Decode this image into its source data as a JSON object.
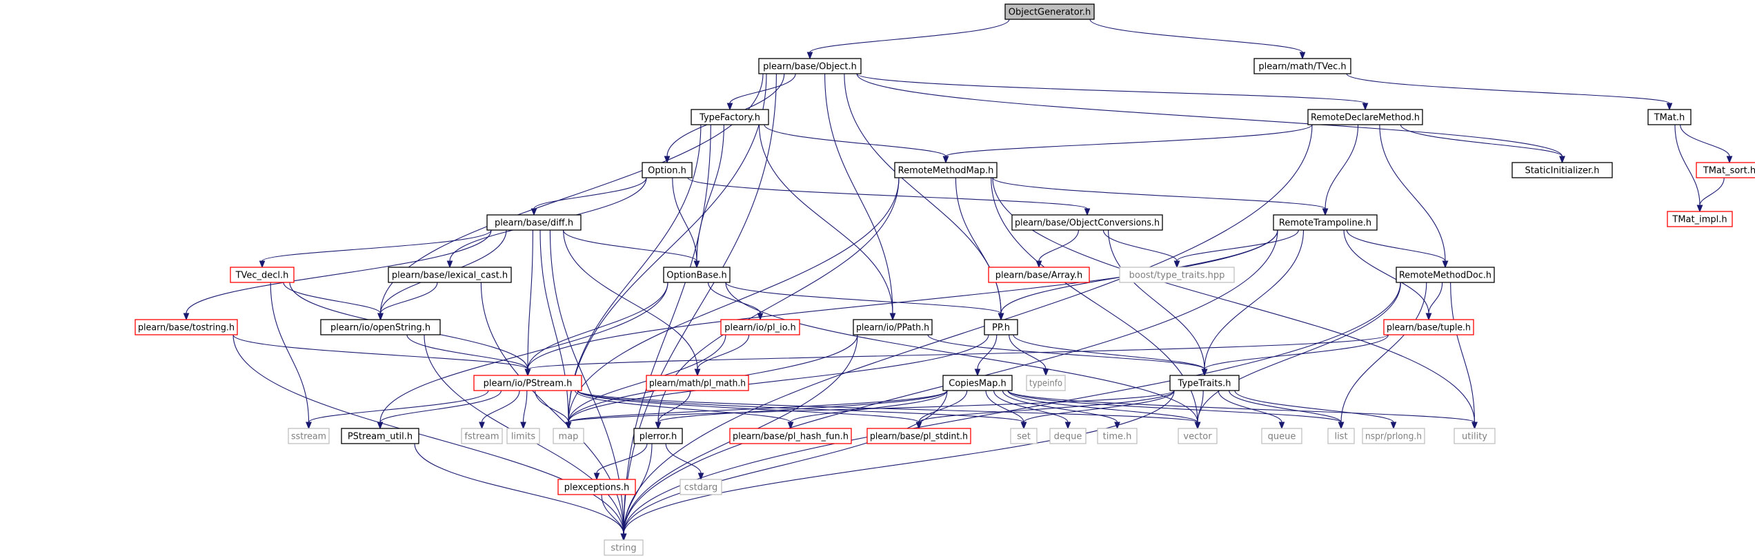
{
  "colors": {
    "edge": "#191970",
    "root_fill": "#bfbfbf",
    "normal_border": "#000000",
    "red_border": "#ff0000",
    "gray_border": "#bfbfbf",
    "text_normal": "#000000",
    "text_gray": "#7f7f7f"
  },
  "nodes": [
    {
      "id": "ObjectGenerator",
      "label": "ObjectGenerator.h",
      "style": "root"
    },
    {
      "id": "Object",
      "label": "plearn/base/Object.h",
      "style": "normal"
    },
    {
      "id": "TVec",
      "label": "plearn/math/TVec.h",
      "style": "normal"
    },
    {
      "id": "TypeFactory",
      "label": "TypeFactory.h",
      "style": "normal"
    },
    {
      "id": "RemoteDeclareMethod",
      "label": "RemoteDeclareMethod.h",
      "style": "normal"
    },
    {
      "id": "TMat",
      "label": "TMat.h",
      "style": "normal"
    },
    {
      "id": "Option",
      "label": "Option.h",
      "style": "normal"
    },
    {
      "id": "RemoteMethodMap",
      "label": "RemoteMethodMap.h",
      "style": "normal"
    },
    {
      "id": "StaticInitializer",
      "label": "StaticInitializer.h",
      "style": "normal"
    },
    {
      "id": "TMat_sort",
      "label": "TMat_sort.h",
      "style": "red"
    },
    {
      "id": "TMat_impl",
      "label": "TMat_impl.h",
      "style": "red"
    },
    {
      "id": "diff",
      "label": "plearn/base/diff.h",
      "style": "normal"
    },
    {
      "id": "ObjectConversions",
      "label": "plearn/base/ObjectConversions.h",
      "style": "normal"
    },
    {
      "id": "RemoteTrampoline",
      "label": "RemoteTrampoline.h",
      "style": "normal"
    },
    {
      "id": "TVec_decl",
      "label": "TVec_decl.h",
      "style": "red"
    },
    {
      "id": "lexical_cast",
      "label": "plearn/base/lexical_cast.h",
      "style": "normal"
    },
    {
      "id": "OptionBase",
      "label": "OptionBase.h",
      "style": "normal"
    },
    {
      "id": "Array",
      "label": "plearn/base/Array.h",
      "style": "red"
    },
    {
      "id": "type_traits",
      "label": "boost/type_traits.hpp",
      "style": "gray"
    },
    {
      "id": "RemoteMethodDoc",
      "label": "RemoteMethodDoc.h",
      "style": "normal"
    },
    {
      "id": "tostring",
      "label": "plearn/base/tostring.h",
      "style": "red"
    },
    {
      "id": "openString",
      "label": "plearn/io/openString.h",
      "style": "normal"
    },
    {
      "id": "pl_io",
      "label": "plearn/io/pl_io.h",
      "style": "red"
    },
    {
      "id": "PPath",
      "label": "plearn/io/PPath.h",
      "style": "normal"
    },
    {
      "id": "PP",
      "label": "PP.h",
      "style": "normal"
    },
    {
      "id": "tuple",
      "label": "plearn/base/tuple.h",
      "style": "red"
    },
    {
      "id": "PStream",
      "label": "plearn/io/PStream.h",
      "style": "red"
    },
    {
      "id": "pl_math",
      "label": "plearn/math/pl_math.h",
      "style": "red"
    },
    {
      "id": "CopiesMap",
      "label": "CopiesMap.h",
      "style": "normal"
    },
    {
      "id": "typeinfo",
      "label": "typeinfo",
      "style": "gray"
    },
    {
      "id": "TypeTraits",
      "label": "TypeTraits.h",
      "style": "normal"
    },
    {
      "id": "sstream",
      "label": "sstream",
      "style": "gray"
    },
    {
      "id": "PStream_util",
      "label": "PStream_util.h",
      "style": "normal"
    },
    {
      "id": "fstream",
      "label": "fstream",
      "style": "gray"
    },
    {
      "id": "limits",
      "label": "limits",
      "style": "gray"
    },
    {
      "id": "map",
      "label": "map",
      "style": "gray"
    },
    {
      "id": "plerror",
      "label": "plerror.h",
      "style": "normal"
    },
    {
      "id": "pl_hash_fun",
      "label": "plearn/base/pl_hash_fun.h",
      "style": "red"
    },
    {
      "id": "pl_stdint",
      "label": "plearn/base/pl_stdint.h",
      "style": "red"
    },
    {
      "id": "set",
      "label": "set",
      "style": "gray"
    },
    {
      "id": "deque",
      "label": "deque",
      "style": "gray"
    },
    {
      "id": "time",
      "label": "time.h",
      "style": "gray"
    },
    {
      "id": "vector",
      "label": "vector",
      "style": "gray"
    },
    {
      "id": "queue",
      "label": "queue",
      "style": "gray"
    },
    {
      "id": "list",
      "label": "list",
      "style": "gray"
    },
    {
      "id": "prlong",
      "label": "nspr/prlong.h",
      "style": "gray"
    },
    {
      "id": "utility",
      "label": "utility",
      "style": "gray"
    },
    {
      "id": "plexceptions",
      "label": "plexceptions.h",
      "style": "red"
    },
    {
      "id": "cstdarg",
      "label": "cstdarg",
      "style": "gray"
    },
    {
      "id": "string",
      "label": "string",
      "style": "gray"
    }
  ],
  "edges": [
    [
      "ObjectGenerator",
      "Object"
    ],
    [
      "ObjectGenerator",
      "TVec"
    ],
    [
      "Object",
      "TypeFactory"
    ],
    [
      "Object",
      "RemoteDeclareMethod"
    ],
    [
      "Object",
      "Option"
    ],
    [
      "Object",
      "StaticInitializer"
    ],
    [
      "Object",
      "openString"
    ],
    [
      "Object",
      "PPath"
    ],
    [
      "Object",
      "PP"
    ],
    [
      "Object",
      "map"
    ],
    [
      "Object",
      "string"
    ],
    [
      "TVec",
      "TMat"
    ],
    [
      "TMat",
      "TMat_sort"
    ],
    [
      "TMat",
      "TMat_impl"
    ],
    [
      "TMat_sort",
      "TMat_impl"
    ],
    [
      "TypeFactory",
      "RemoteMethodMap"
    ],
    [
      "TypeFactory",
      "OptionBase"
    ],
    [
      "TypeFactory",
      "PPath"
    ],
    [
      "TypeFactory",
      "map"
    ],
    [
      "TypeFactory",
      "string"
    ],
    [
      "RemoteDeclareMethod",
      "RemoteMethodMap"
    ],
    [
      "RemoteDeclareMethod",
      "RemoteTrampoline"
    ],
    [
      "RemoteDeclareMethod",
      "RemoteMethodDoc"
    ],
    [
      "RemoteDeclareMethod",
      "StaticInitializer"
    ],
    [
      "RemoteDeclareMethod",
      "string"
    ],
    [
      "Option",
      "diff"
    ],
    [
      "Option",
      "lexical_cast"
    ],
    [
      "Option",
      "OptionBase"
    ],
    [
      "Option",
      "ObjectConversions"
    ],
    [
      "RemoteMethodMap",
      "RemoteTrampoline"
    ],
    [
      "RemoteMethodMap",
      "PP"
    ],
    [
      "RemoteMethodMap",
      "map"
    ],
    [
      "RemoteMethodMap",
      "plerror"
    ],
    [
      "RemoteMethodMap",
      "vector"
    ],
    [
      "RemoteMethodMap",
      "utility"
    ],
    [
      "diff",
      "TVec_decl"
    ],
    [
      "diff",
      "tostring"
    ],
    [
      "diff",
      "openString"
    ],
    [
      "diff",
      "OptionBase"
    ],
    [
      "diff",
      "PStream"
    ],
    [
      "diff",
      "pl_math"
    ],
    [
      "diff",
      "map"
    ],
    [
      "diff",
      "string"
    ],
    [
      "ObjectConversions",
      "Array"
    ],
    [
      "ObjectConversions",
      "type_traits"
    ],
    [
      "ObjectConversions",
      "TypeTraits"
    ],
    [
      "RemoteTrampoline",
      "type_traits"
    ],
    [
      "RemoteTrampoline",
      "RemoteMethodDoc"
    ],
    [
      "RemoteTrampoline",
      "tuple"
    ],
    [
      "RemoteTrampoline",
      "PP"
    ],
    [
      "RemoteTrampoline",
      "PStream"
    ],
    [
      "RemoteTrampoline",
      "TypeTraits"
    ],
    [
      "RemoteTrampoline",
      "string"
    ],
    [
      "TVec_decl",
      "openString"
    ],
    [
      "TVec_decl",
      "PStream"
    ],
    [
      "TVec_decl",
      "sstream"
    ],
    [
      "lexical_cast",
      "openString"
    ],
    [
      "lexical_cast",
      "string"
    ],
    [
      "OptionBase",
      "pl_io"
    ],
    [
      "OptionBase",
      "PP"
    ],
    [
      "OptionBase",
      "PStream"
    ],
    [
      "OptionBase",
      "PStream_util"
    ],
    [
      "OptionBase",
      "vector"
    ],
    [
      "RemoteMethodDoc",
      "tuple"
    ],
    [
      "RemoteMethodDoc",
      "vector"
    ],
    [
      "RemoteMethodDoc",
      "list"
    ],
    [
      "RemoteMethodDoc",
      "utility"
    ],
    [
      "RemoteMethodDoc",
      "string"
    ],
    [
      "tostring",
      "PStream"
    ],
    [
      "tostring",
      "string"
    ],
    [
      "openString",
      "PStream"
    ],
    [
      "openString",
      "string"
    ],
    [
      "pl_io",
      "pl_math"
    ],
    [
      "pl_io",
      "map"
    ],
    [
      "PPath",
      "TypeTraits"
    ],
    [
      "PPath",
      "map"
    ],
    [
      "PPath",
      "string"
    ],
    [
      "PP",
      "CopiesMap"
    ],
    [
      "PP",
      "typeinfo"
    ],
    [
      "PP",
      "TypeTraits"
    ],
    [
      "PP",
      "map"
    ],
    [
      "tuple",
      "TypeTraits"
    ],
    [
      "tuple",
      "PStream"
    ],
    [
      "PStream",
      "sstream"
    ],
    [
      "PStream",
      "PStream_util"
    ],
    [
      "PStream",
      "fstream"
    ],
    [
      "PStream",
      "limits"
    ],
    [
      "PStream",
      "map"
    ],
    [
      "PStream",
      "pl_hash_fun"
    ],
    [
      "PStream",
      "pl_stdint"
    ],
    [
      "PStream",
      "set"
    ],
    [
      "PStream",
      "vector"
    ],
    [
      "pl_math",
      "plerror"
    ],
    [
      "CopiesMap",
      "map"
    ],
    [
      "CopiesMap",
      "plerror"
    ],
    [
      "CopiesMap",
      "pl_hash_fun"
    ],
    [
      "CopiesMap",
      "pl_stdint"
    ],
    [
      "CopiesMap",
      "set"
    ],
    [
      "CopiesMap",
      "deque"
    ],
    [
      "CopiesMap",
      "time"
    ],
    [
      "CopiesMap",
      "vector"
    ],
    [
      "CopiesMap",
      "list"
    ],
    [
      "CopiesMap",
      "utility"
    ],
    [
      "CopiesMap",
      "string"
    ],
    [
      "TypeTraits",
      "map"
    ],
    [
      "TypeTraits",
      "pl_stdint"
    ],
    [
      "TypeTraits",
      "set"
    ],
    [
      "TypeTraits",
      "vector"
    ],
    [
      "TypeTraits",
      "queue"
    ],
    [
      "TypeTraits",
      "list"
    ],
    [
      "TypeTraits",
      "prlong"
    ],
    [
      "TypeTraits",
      "string"
    ],
    [
      "PStream_util",
      "string"
    ],
    [
      "plerror",
      "plexceptions"
    ],
    [
      "plerror",
      "cstdarg"
    ],
    [
      "plerror",
      "string"
    ],
    [
      "plexceptions",
      "string"
    ]
  ]
}
